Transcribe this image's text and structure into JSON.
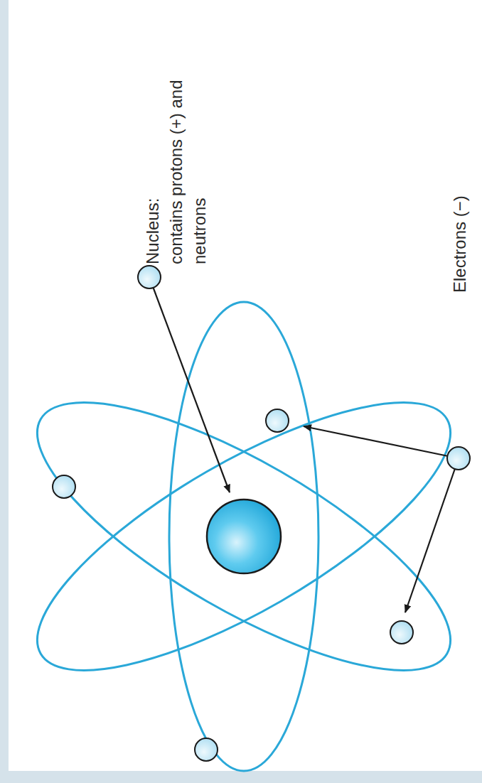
{
  "diagram": {
    "labels": [
      "Nucleus:",
      "contains protons (+) and neutrons",
      "Electrons (−)"
    ]
  }
}
